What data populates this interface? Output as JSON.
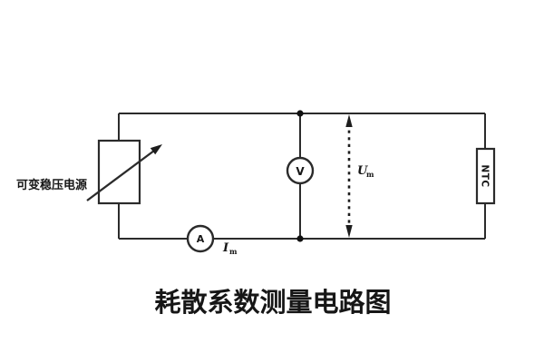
{
  "diagram": {
    "caption": "耗散系数测量电路图",
    "power_source": {
      "label": "可变稳压电源"
    },
    "voltmeter": {
      "label": "V"
    },
    "ammeter": {
      "label": "A"
    },
    "current_annotation": {
      "base": "I",
      "sub": "m"
    },
    "voltage_annotation": {
      "base": "U",
      "sub": "m"
    },
    "thermistor": {
      "label": "NTC"
    },
    "colors": {
      "wire": "#2b2b2b",
      "background": "#ffffff",
      "text": "#161616"
    }
  }
}
